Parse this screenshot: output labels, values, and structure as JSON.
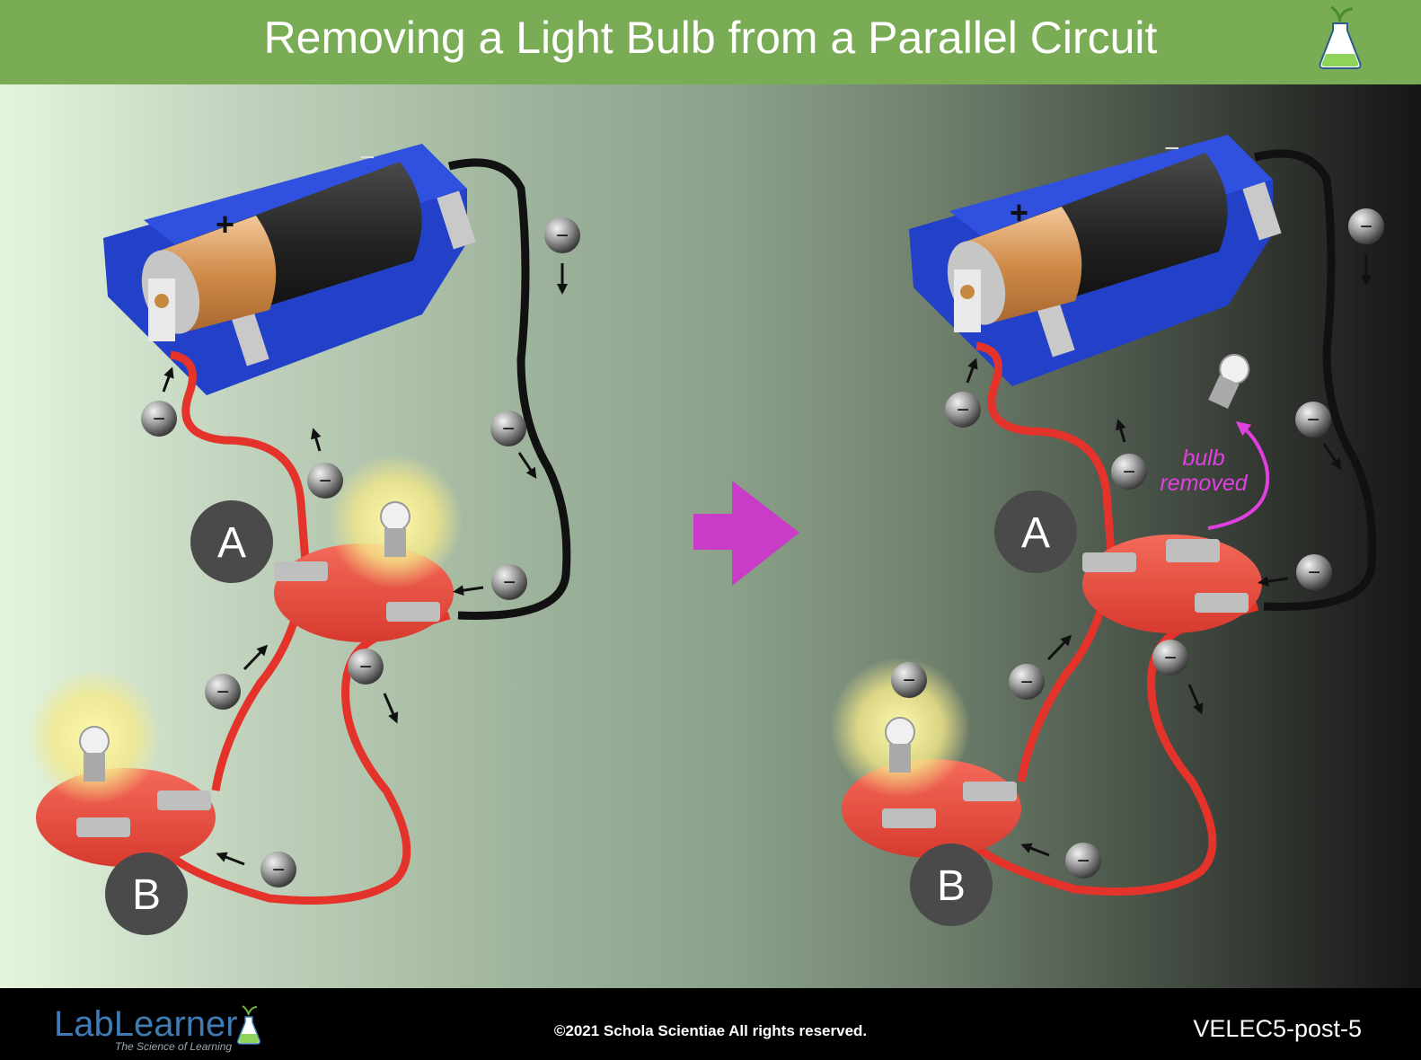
{
  "title": "Removing a Light Bulb from a Parallel Circuit",
  "labels": {
    "a": "A",
    "b": "B",
    "plus": "+",
    "minus": "−",
    "electron": "−",
    "bulb_removed_line1": "bulb",
    "bulb_removed_line2": "removed"
  },
  "footer": {
    "brand": "LabLearner",
    "tagline": "The Science of Learning",
    "copyright": "©2021 Schola Scientiae   All rights reserved.",
    "code": "VELEC5-post-5"
  },
  "colors": {
    "header_green": "#7aab55",
    "wire_red": "#e3332a",
    "wire_black": "#111111",
    "arrow_magenta": "#c83cc8",
    "holder_blue": "#2440d0",
    "pad_red": "#ee4a3c",
    "brand_blue": "#3f7bb5",
    "annotation_magenta": "#e040e0"
  },
  "icons": [
    "flask-icon",
    "electron-icon",
    "arrow-right-icon",
    "curved-arrow-icon",
    "sun-glow-icon",
    "bulb-icon",
    "battery-icon"
  ]
}
